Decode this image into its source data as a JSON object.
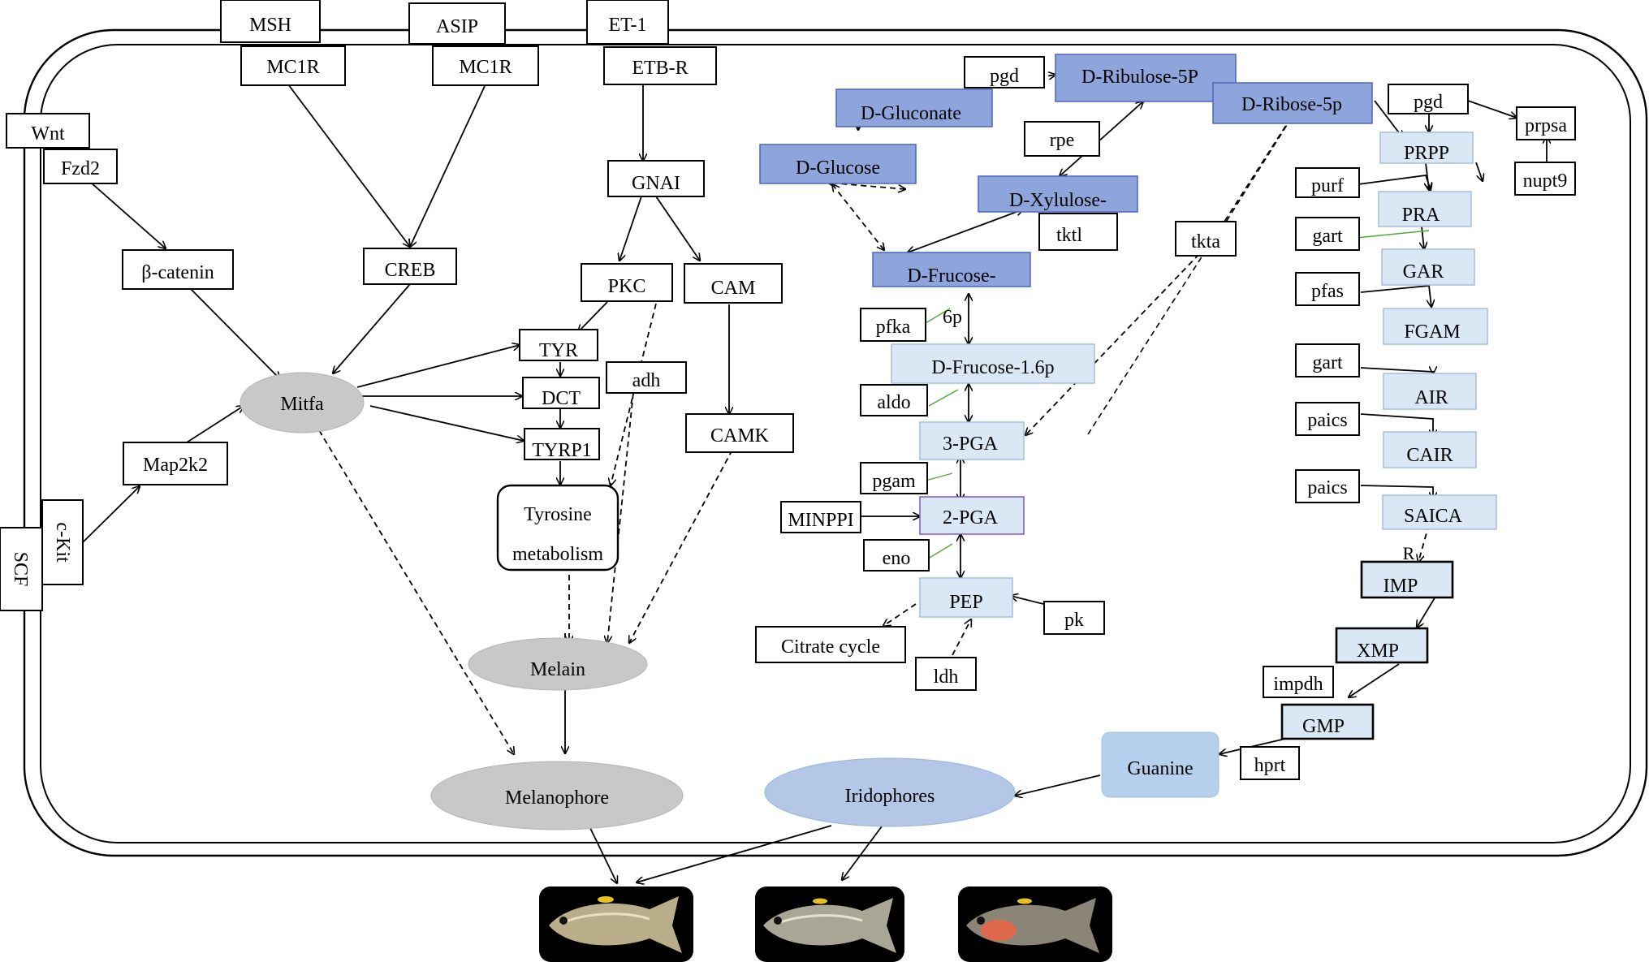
{
  "colors": {
    "line": "#000000",
    "box_fill": "#ffffff",
    "dark_blue_fill": "#8ea5dc",
    "dark_blue_stroke": "#4a66bf",
    "light_blue_fill": "#dae8f5",
    "light_blue_stroke": "#a6bedc",
    "grey_ellipse": "#c8c8c8",
    "blue_ellipse": "#b4c7e7",
    "guanine_fill": "#b4d0ec",
    "purple_stroke": "#7f55c6",
    "green_tick": "#4fa838",
    "fish_panel": "#000000"
  },
  "nodes": {
    "msh": "MSH",
    "asip": "ASIP",
    "et1": "ET-1",
    "mc1r_a": "MC1R",
    "mc1r_b": "MC1R",
    "etbr": "ETB-R",
    "wnt": "Wnt",
    "fzd2": "Fzd2",
    "beta_catenin": "β-catenin",
    "creb": "CREB",
    "gnai": "GNAI",
    "pkc": "PKC",
    "cam": "CAM",
    "camk": "CAMK",
    "mitfa": "Mitfa",
    "map2k2": "Map2k2",
    "ckit": "c-Kit",
    "scf": "SCF",
    "tyr": "TYR",
    "dct": "DCT",
    "tyrp1": "TYRP1",
    "adh": "adh",
    "tyrosine_metabolism_1": "Tyrosine",
    "tyrosine_metabolism_2": "metabolism",
    "melain": "Melain",
    "melanophore": "Melanophore",
    "iridophores": "Iridophores",
    "d_gluconate": "D-Gluconate",
    "pgd_a": "pgd",
    "d_ribulose_5p": "D-Ribulose-5P",
    "d_ribose_5p": "D-Ribose-5p",
    "pgd_b": "pgd",
    "prpsa": "prpsa",
    "nupt9": "nupt9",
    "d_glucose": "D-Glucose",
    "rpe": "rpe",
    "d_xylulose": "D-Xylulose-",
    "tktl": "tktl",
    "tkta": "tkta",
    "d_frucose": "D-Frucose-",
    "pfka": "pfka",
    "six_p": "6p",
    "d_frucose_16p": "D-Frucose-1.6p",
    "aldo": "aldo",
    "three_pga": "3-PGA",
    "pgam": "pgam",
    "minppi": "MINPPI",
    "two_pga": "2-PGA",
    "eno": "eno",
    "pep": "PEP",
    "pk": "pk",
    "citrate_cycle": "Citrate cycle",
    "ldh": "ldh",
    "prpp": "PRPP",
    "purf": "purf",
    "pra": "PRA",
    "gart_a": "gart",
    "gar": "GAR",
    "pfas": "pfas",
    "fgam": "FGAM",
    "gart_b": "gart",
    "air": "AIR",
    "paics_a": "paics",
    "cair": "CAIR",
    "paics_b": "paics",
    "saica": "SAICA",
    "r_label": "R",
    "imp": "IMP",
    "xmp": "XMP",
    "impdh": "impdh",
    "gmp": "GMP",
    "guanine": "Guanine",
    "hprt": "hprt"
  }
}
